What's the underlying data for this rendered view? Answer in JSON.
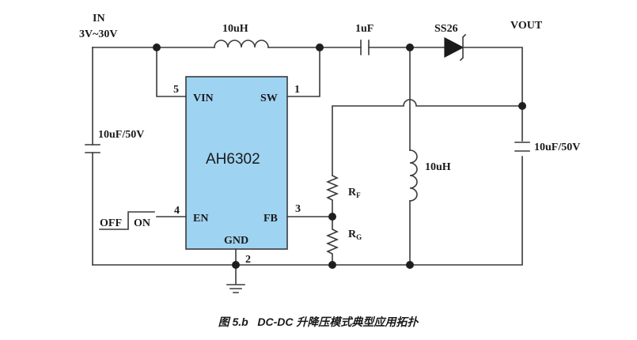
{
  "input": {
    "label": "IN",
    "range": "3V~30V"
  },
  "inductor_top": {
    "value": "10uH"
  },
  "coupling_cap": {
    "value": "1uF"
  },
  "diode": {
    "label": "SS26"
  },
  "output": {
    "label": "VOUT"
  },
  "input_cap": {
    "value": "10uF/50V"
  },
  "output_cap": {
    "value": "10uF/50V"
  },
  "inductor_right": {
    "value": "10uH"
  },
  "ic": {
    "name": "AH6302",
    "pins": {
      "vin": {
        "name": "VIN",
        "number": "5"
      },
      "sw": {
        "name": "SW",
        "number": "1"
      },
      "en": {
        "name": "EN",
        "number": "4"
      },
      "fb": {
        "name": "FB",
        "number": "3"
      },
      "gnd": {
        "name": "GND",
        "number": "2"
      }
    },
    "fill_color": "#9fd3f2"
  },
  "resistor_f": {
    "letter": "R",
    "sub": "F"
  },
  "resistor_g": {
    "letter": "R",
    "sub": "G"
  },
  "switch": {
    "off": "OFF",
    "on": "ON"
  },
  "caption": "图 5.b   DC-DC 升降压模式典型应用拓扑"
}
